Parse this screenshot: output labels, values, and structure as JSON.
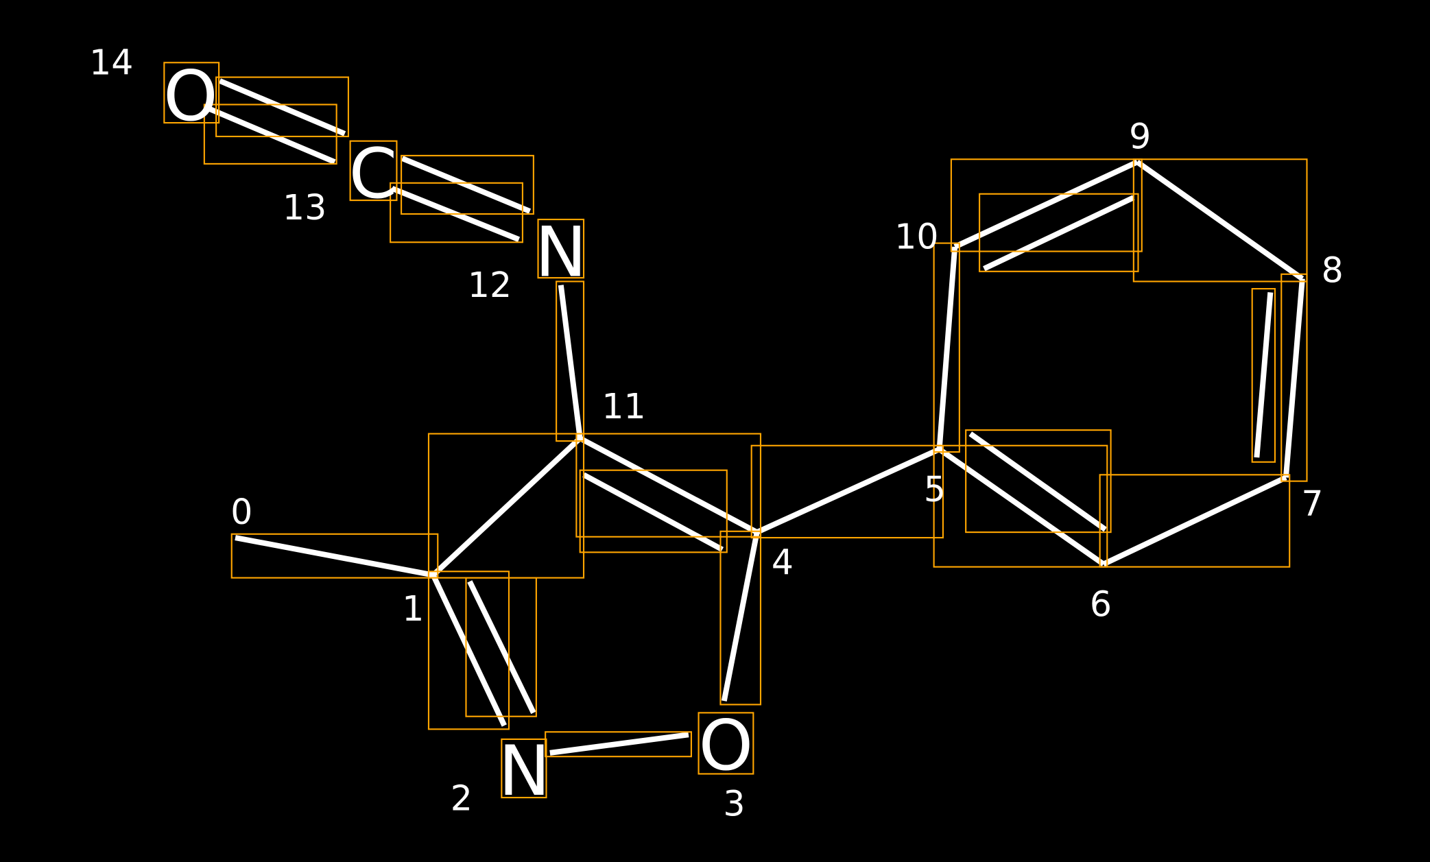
{
  "molecule": {
    "atoms": [
      {
        "index": "0",
        "symbol": ""
      },
      {
        "index": "1",
        "symbol": ""
      },
      {
        "index": "2",
        "symbol": "N"
      },
      {
        "index": "3",
        "symbol": "O"
      },
      {
        "index": "4",
        "symbol": ""
      },
      {
        "index": "5",
        "symbol": ""
      },
      {
        "index": "6",
        "symbol": ""
      },
      {
        "index": "7",
        "symbol": ""
      },
      {
        "index": "8",
        "symbol": ""
      },
      {
        "index": "9",
        "symbol": ""
      },
      {
        "index": "10",
        "symbol": ""
      },
      {
        "index": "11",
        "symbol": ""
      },
      {
        "index": "12",
        "symbol": "N"
      },
      {
        "index": "13",
        "symbol": "C"
      },
      {
        "index": "14",
        "symbol": "O"
      }
    ],
    "colors": {
      "background": "#000000",
      "bond": "#ffffff",
      "box": "#FFA500"
    }
  }
}
